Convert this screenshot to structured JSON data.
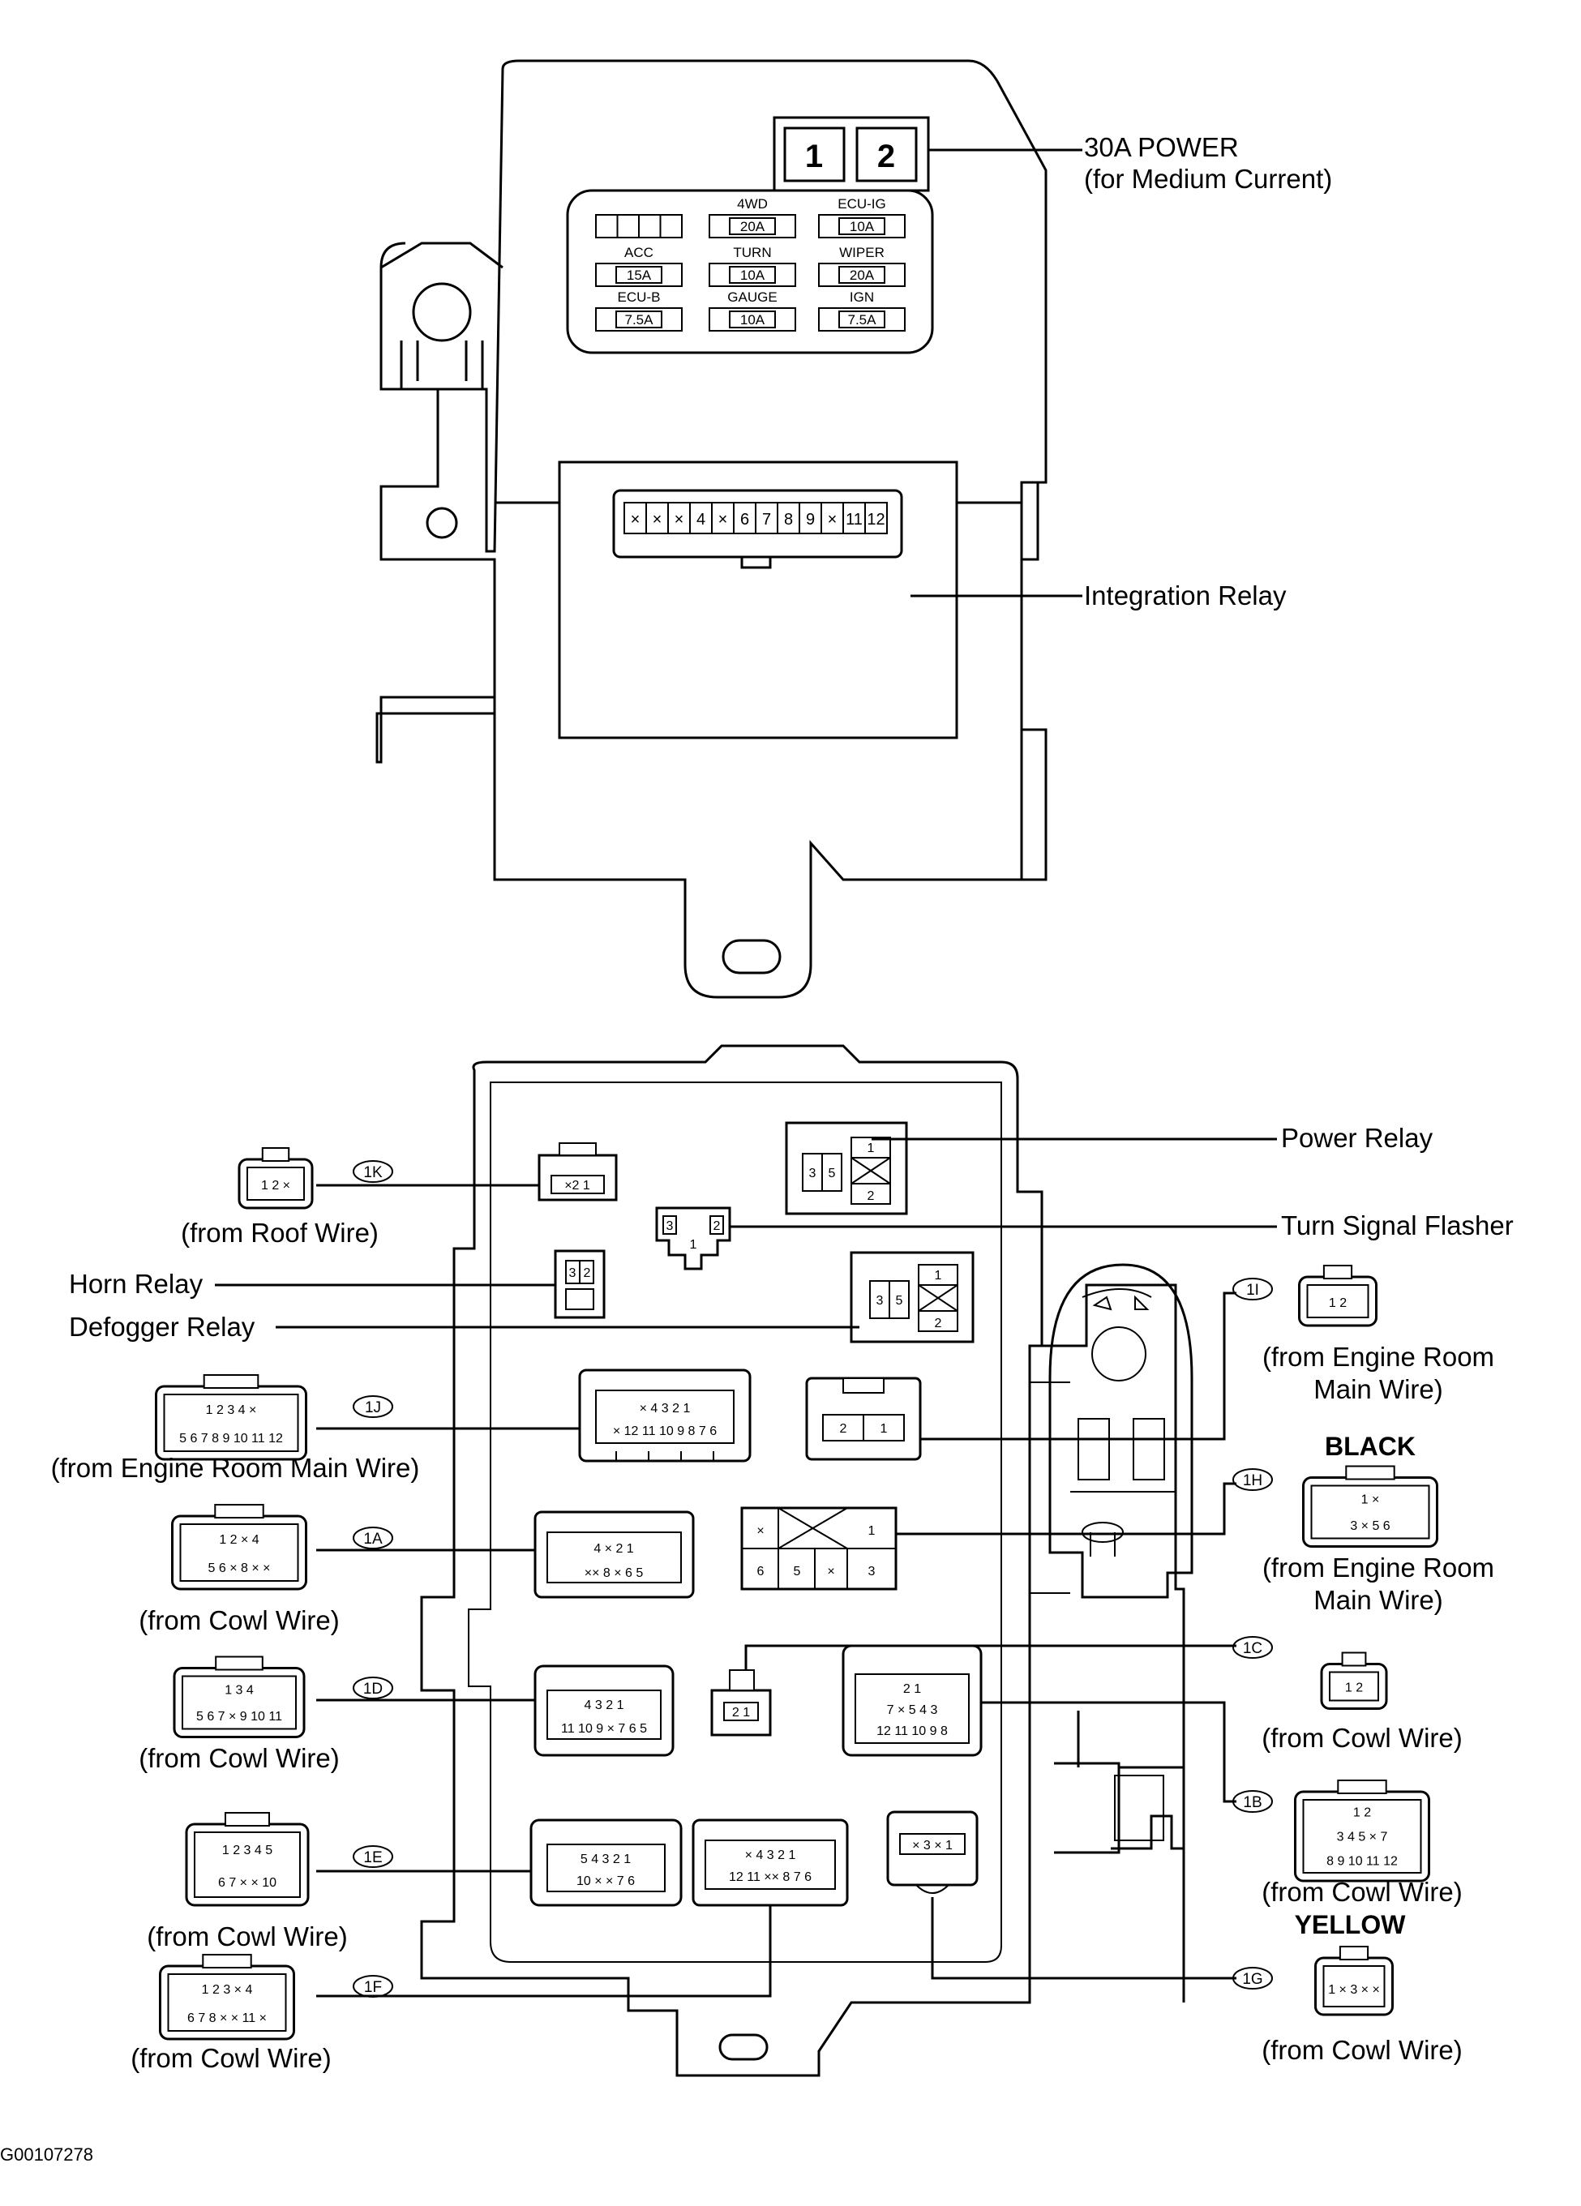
{
  "labels": {
    "power_30a": "30A POWER",
    "for_medium_current": "(for Medium Current)",
    "integration_relay": "Integration Relay",
    "power_relay": "Power Relay",
    "turn_signal_flasher": "Turn Signal Flasher",
    "horn_relay": "Horn Relay",
    "defogger_relay": "Defogger Relay",
    "black": "BLACK",
    "yellow": "YELLOW",
    "figure_id": "G00107278"
  },
  "fuse_block_30a": [
    "1",
    "2"
  ],
  "fuses": [
    {
      "name": "",
      "rating": ""
    },
    {
      "name": "4WD",
      "rating": "20A"
    },
    {
      "name": "ECU-IG",
      "rating": "10A"
    },
    {
      "name": "ACC",
      "rating": "15A"
    },
    {
      "name": "TURN",
      "rating": "10A"
    },
    {
      "name": "WIPER",
      "rating": "20A"
    },
    {
      "name": "ECU-B",
      "rating": "7.5A"
    },
    {
      "name": "GAUGE",
      "rating": "10A"
    },
    {
      "name": "IGN",
      "rating": "7.5A"
    }
  ],
  "integration_relay_pins": [
    "×",
    "×",
    "×",
    "4",
    "×",
    "6",
    "7",
    "8",
    "9",
    "×",
    "11",
    "12"
  ],
  "connectors": [
    {
      "code": "1K",
      "source_lines": [
        "(from Roof Wire)"
      ],
      "pins": "1 2 ×"
    },
    {
      "code": "1J",
      "source_lines": [
        "(from Engine Room Main Wire)"
      ],
      "pins": "1 2 3 4 × / 5 6 7 8 9 10 11 12"
    },
    {
      "code": "1A",
      "source_lines": [
        "(from Cowl Wire)"
      ],
      "pins": "1 2 × 4 / 5 6 × 8 × ×"
    },
    {
      "code": "1D",
      "source_lines": [
        "(from Cowl Wire)"
      ],
      "pins": "1 3 4 / 5 6 7 × 9 10 11"
    },
    {
      "code": "1E",
      "source_lines": [
        "(from Cowl Wire)"
      ],
      "pins": "1 2 3 4 5 / 6 7 × × 10"
    },
    {
      "code": "1F",
      "source_lines": [
        "(from Cowl Wire)"
      ],
      "pins": "1 2 3 × 4 / 6 7 8 × × 11 ×"
    },
    {
      "code": "1I",
      "source_lines": [
        "(from Engine Room",
        "Main Wire)"
      ],
      "pins": "1 2"
    },
    {
      "code": "1H",
      "source_lines": [
        "(from Engine Room",
        "Main Wire)"
      ],
      "pins": "1 × / 3 × 5 6"
    },
    {
      "code": "1C",
      "source_lines": [
        "(from Cowl Wire)"
      ],
      "pins": "1 2"
    },
    {
      "code": "1B",
      "source_lines": [
        "(from Cowl Wire)"
      ],
      "pins": "1 2 / 3 4 5 × 7 / 8 9 10 11 12"
    },
    {
      "code": "1G",
      "source_lines": [
        "(from Cowl Wire)"
      ],
      "pins": "1 × 3 × ×"
    }
  ]
}
